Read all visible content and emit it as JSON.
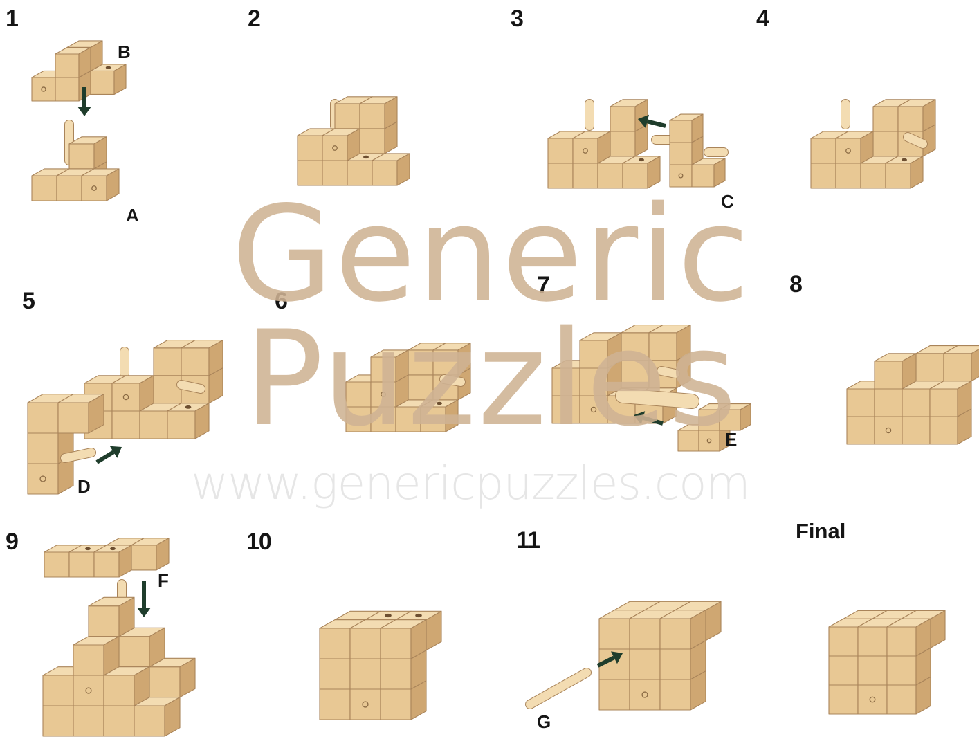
{
  "steps": [
    {
      "num": "1"
    },
    {
      "num": "2"
    },
    {
      "num": "3"
    },
    {
      "num": "4"
    },
    {
      "num": "5"
    },
    {
      "num": "6"
    },
    {
      "num": "7"
    },
    {
      "num": "8"
    },
    {
      "num": "9"
    },
    {
      "num": "10"
    },
    {
      "num": "11"
    },
    {
      "num": "Final"
    }
  ],
  "part_labels": {
    "a": "A",
    "b": "B",
    "c": "C",
    "d": "D",
    "e": "E",
    "f": "F",
    "g": "G"
  },
  "watermark": {
    "line1": "Generic",
    "line2": "Puzzles",
    "url": "www.genericpuzzles.com"
  },
  "colors": {
    "wood_top": "#f3dcb2",
    "wood_front": "#e8c894",
    "wood_side": "#cfa772",
    "wood_edge": "#a9845a",
    "arrow": "#1f3d2c",
    "watermark": "#cfb394"
  }
}
